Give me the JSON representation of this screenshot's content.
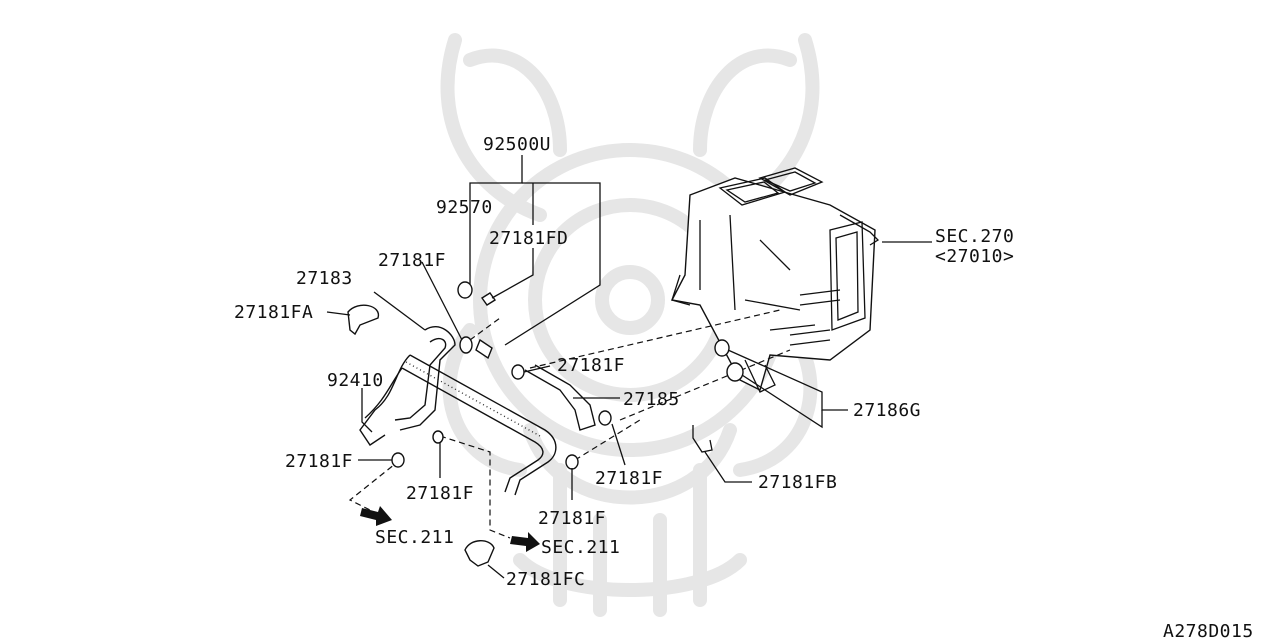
{
  "diagram_code": "A278D015",
  "callouts": {
    "p92500U": "92500U",
    "p92570": "92570",
    "p27181FD": "27181FD",
    "p27181F_top": "27181F",
    "p27183": "27183",
    "p27181FA": "27181FA",
    "p92410": "92410",
    "p27181F_mid": "27181F",
    "p27185": "27185",
    "p27186G": "27186G",
    "p27181F_left": "27181F",
    "p27181F_lower": "27181F",
    "p27181F_right": "27181F",
    "p27181F_bottom": "27181F",
    "p27181FB": "27181FB",
    "p27181FC": "27181FC",
    "sec270": "SEC.270",
    "sec270_sub": "<27010>",
    "sec211_left": "SEC.211",
    "sec211_right": "SEC.211"
  }
}
